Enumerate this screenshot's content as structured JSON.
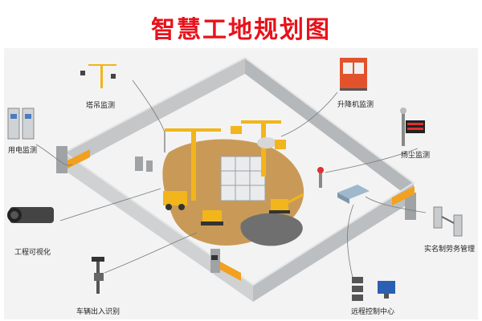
{
  "title": "智慧工地规划图",
  "colors": {
    "title": "#e8121b",
    "wall": "#b9bcbf",
    "wall_top": "#d6d8da",
    "ground": "#efefef",
    "dirt": "#c99a57",
    "pit": "#6f6f6f",
    "machine_yellow": "#f2b51b",
    "gate_orange": "#f2a020",
    "connector": "#7a7a7a"
  },
  "modules": [
    {
      "id": "tower-crane",
      "label": "塔吊监测",
      "icon": "tower-crane-icon"
    },
    {
      "id": "hoist",
      "label": "升降机监测",
      "icon": "hoist-icon"
    },
    {
      "id": "power",
      "label": "用电监测",
      "icon": "power-cabinet-icon"
    },
    {
      "id": "dust",
      "label": "扬尘监测",
      "icon": "dust-monitor-icon"
    },
    {
      "id": "video",
      "label": "工程可视化",
      "icon": "surveillance-camera-icon"
    },
    {
      "id": "realname",
      "label": "实名制劳务管理",
      "icon": "turnstile-icon"
    },
    {
      "id": "vehicle",
      "label": "车辆出入识别",
      "icon": "plate-recognition-icon"
    },
    {
      "id": "control",
      "label": "远程控制中心",
      "icon": "control-center-icon"
    }
  ]
}
